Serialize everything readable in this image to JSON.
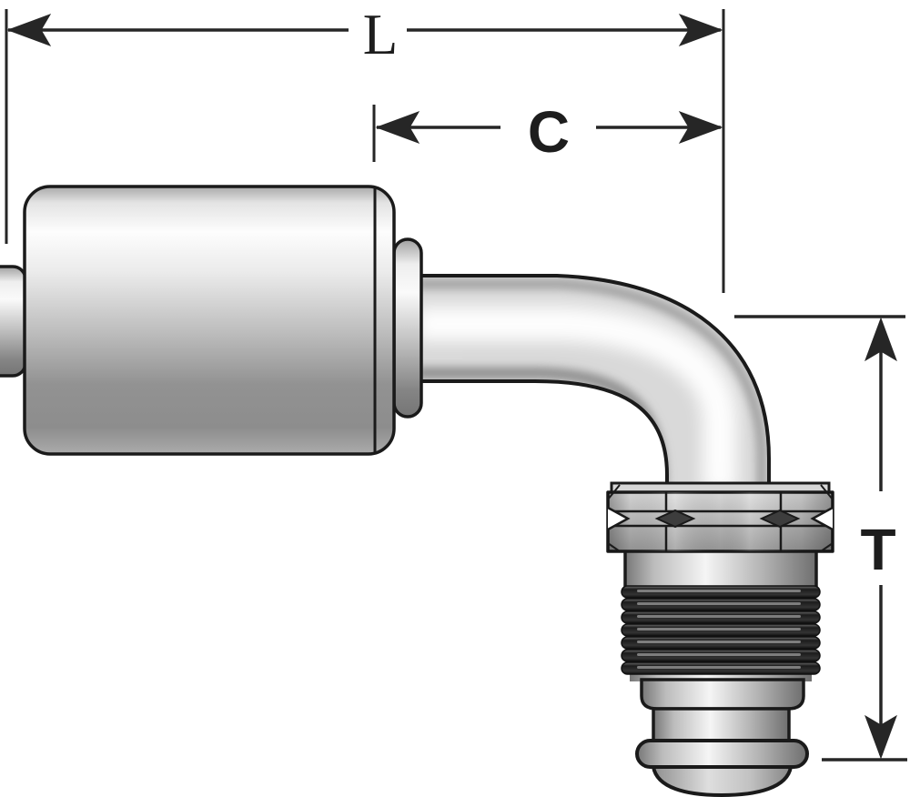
{
  "drawing": {
    "kind": "technical-line-drawing",
    "subject": "90-degree bent tube male thread hose fitting with crimp ferrule",
    "background_color": "#ffffff",
    "line_color": "#262626",
    "metal_light": "#f7f7f7",
    "metal_mid": "#b5b5b5",
    "metal_dark": "#6f6f6f",
    "thread_color": "#1c1c1c",
    "dimensions": {
      "length_label": "L",
      "cutoff_label": "C",
      "drop_label": "T"
    }
  }
}
